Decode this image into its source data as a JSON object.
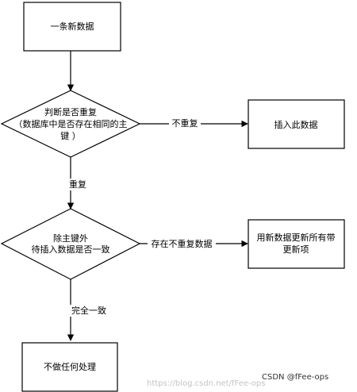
{
  "nodes": {
    "start": "一条新数据",
    "decision_dup": [
      "判断是否重复",
      "（数据库中是否存在相同的主",
      "键 ）"
    ],
    "insert": "插入此数据",
    "decision_same": [
      "除主键外",
      "待插入数据是否一致"
    ],
    "update": [
      "用新数据更新所有带",
      "更新项"
    ],
    "noop": "不做任何处理"
  },
  "edges": {
    "not_dup": "不重复",
    "dup": "重复",
    "exists_diff": "存在不重复数据",
    "all_same": "完全一致"
  },
  "watermark": {
    "url": "https://blog.csdn.net/fFee-ops",
    "credit": "CSDN @fFee-ops"
  }
}
